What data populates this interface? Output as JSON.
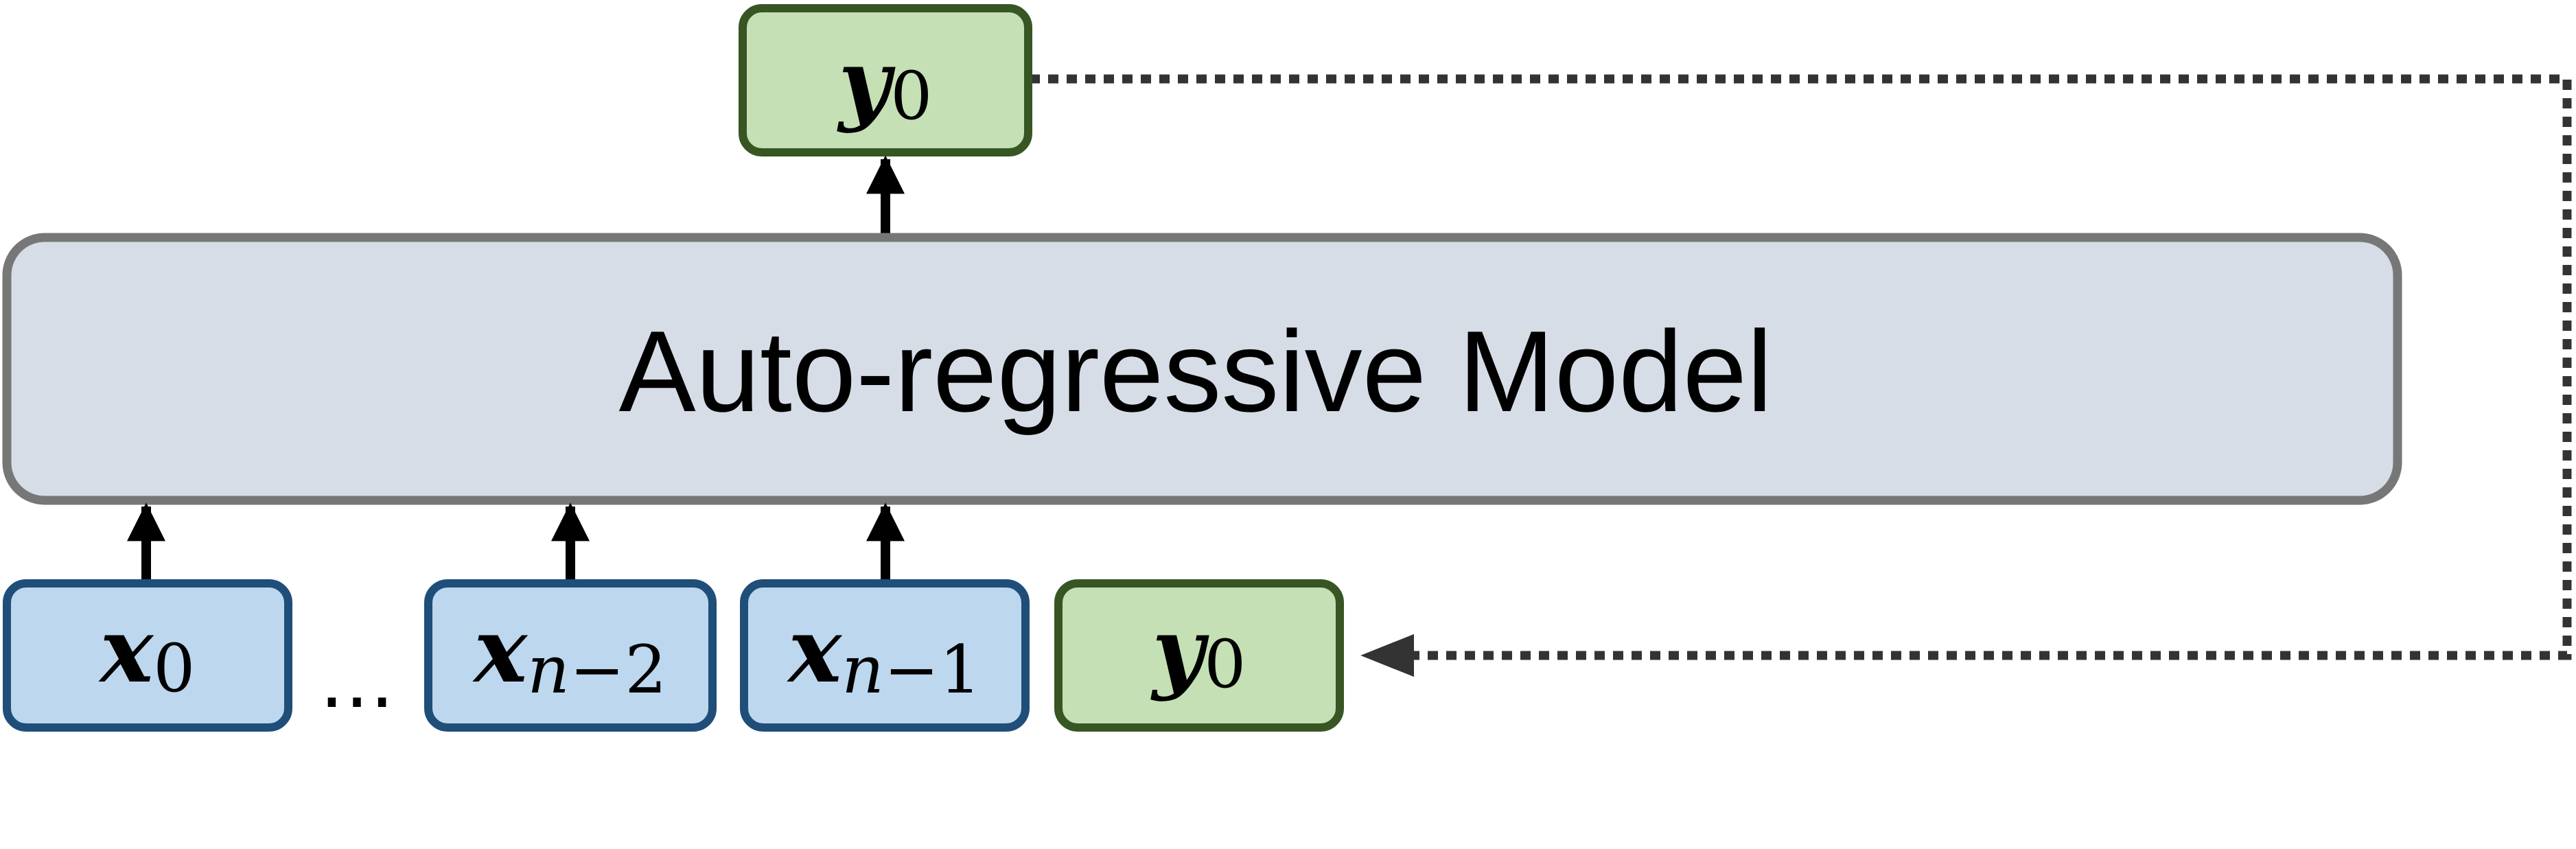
{
  "model": {
    "label": "Auto-regressive Model"
  },
  "output": {
    "var": "y",
    "sub": "0"
  },
  "inputs": [
    {
      "var": "x",
      "sub_var": "",
      "sub_rest": "0"
    },
    {
      "var": "x",
      "sub_var": "n",
      "sub_rest": "−2"
    },
    {
      "var": "x",
      "sub_var": "n",
      "sub_rest": "−1"
    }
  ],
  "ellipsis": "…",
  "fed_back": {
    "var": "y",
    "sub": "0"
  },
  "colors": {
    "model_fill": "#d6dde7",
    "model_stroke": "#777777",
    "input_fill": "#bdd7ee",
    "input_stroke": "#1f4e79",
    "output_fill": "#c5e0b4",
    "output_stroke": "#375623",
    "arrow": "#000000",
    "feedback": "#333333"
  }
}
